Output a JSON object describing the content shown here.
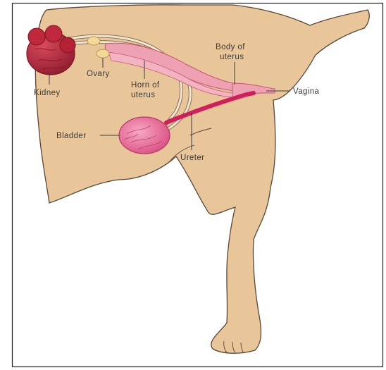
{
  "diagram": {
    "labels": {
      "kidney": "Kidney",
      "ovary": "Ovary",
      "horn_line1": "Horn of",
      "horn_line2": "uterus",
      "body_line1": "Body of",
      "body_line2": "uterus",
      "vagina": "Vagina",
      "bladder": "Bladder",
      "ureter": "Ureter"
    },
    "colors": {
      "skin": "#e8c69a",
      "skin_outline": "#5a4636",
      "kidney": "#c0283e",
      "kidney_dark": "#7e1424",
      "uterus": "#eda1b3",
      "uterus_dark": "#c8566f",
      "bladder": "#e85a8c",
      "urethra": "#d21e5a",
      "ovary": "#f2da96",
      "ureter": "#f1e6cf",
      "frame": "#222222"
    }
  }
}
